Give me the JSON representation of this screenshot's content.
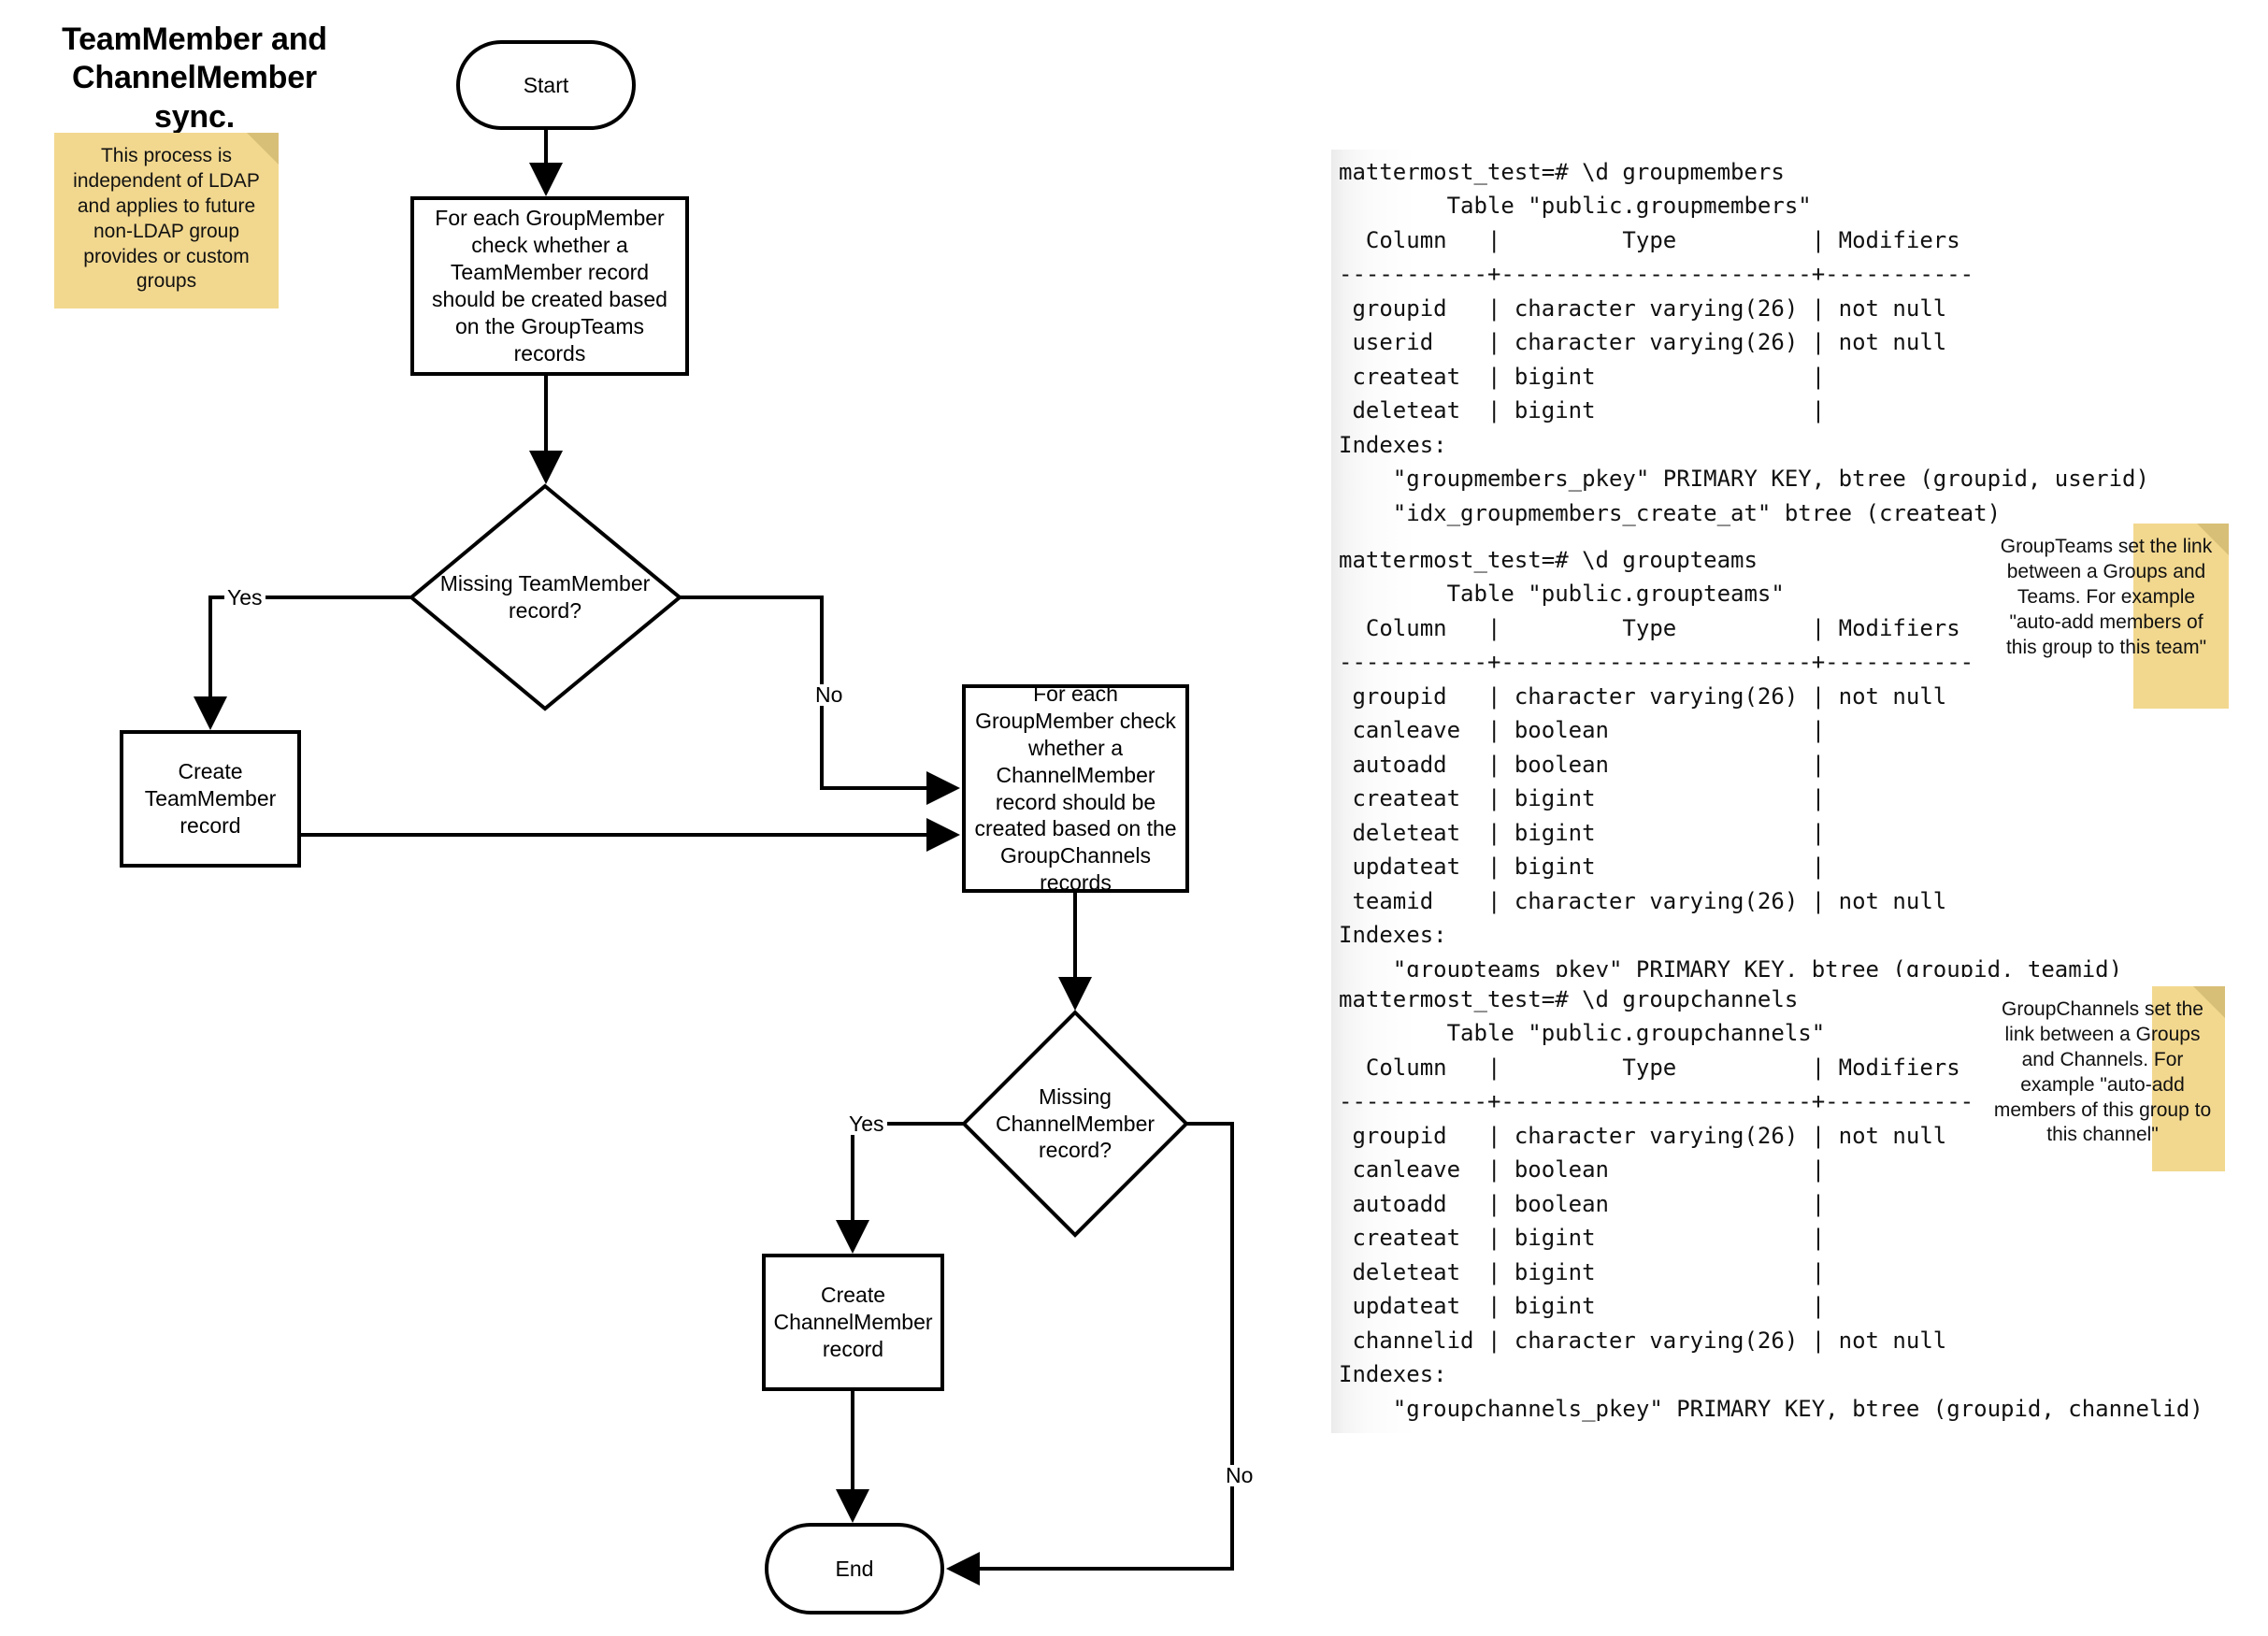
{
  "title": {
    "line1": "TeamMember and",
    "line2": "ChannelMember sync."
  },
  "notes": [
    {
      "id": "note-ldap",
      "text": "This process is independent of LDAP and applies to future non-LDAP group provides or custom groups"
    },
    {
      "id": "note-groupteams",
      "text": "GroupTeams set the link between a Groups and Teams. For example \"auto-add members of this group to this team\""
    },
    {
      "id": "note-groupchannels",
      "text": "GroupChannels set the link between a Groups and Channels. For example \"auto-add members of this group to this channel\""
    }
  ],
  "flowchart": {
    "type": "flowchart",
    "nodes": [
      {
        "id": "start",
        "shape": "terminator",
        "label": "Start"
      },
      {
        "id": "check-teammember",
        "shape": "process",
        "label": "For each GroupMember check whether a TeamMember record should be created based on the GroupTeams records"
      },
      {
        "id": "missing-teammember",
        "shape": "decision",
        "label": "Missing TeamMember record?"
      },
      {
        "id": "create-teammember",
        "shape": "process",
        "label": "Create TeamMember record"
      },
      {
        "id": "check-channelmember",
        "shape": "process",
        "label": "For each GroupMember check whether a ChannelMember record should be created based on the GroupChannels records"
      },
      {
        "id": "missing-channelmember",
        "shape": "decision",
        "label": "Missing ChannelMember record?"
      },
      {
        "id": "create-channelmember",
        "shape": "process",
        "label": "Create ChannelMember record"
      },
      {
        "id": "end",
        "shape": "terminator",
        "label": "End"
      }
    ],
    "edges": [
      {
        "from": "start",
        "to": "check-teammember",
        "label": ""
      },
      {
        "from": "check-teammember",
        "to": "missing-teammember",
        "label": ""
      },
      {
        "from": "missing-teammember",
        "to": "create-teammember",
        "label": "Yes"
      },
      {
        "from": "missing-teammember",
        "to": "check-channelmember",
        "label": "No"
      },
      {
        "from": "create-teammember",
        "to": "check-channelmember",
        "label": ""
      },
      {
        "from": "check-channelmember",
        "to": "missing-channelmember",
        "label": ""
      },
      {
        "from": "missing-channelmember",
        "to": "create-channelmember",
        "label": "Yes"
      },
      {
        "from": "missing-channelmember",
        "to": "end",
        "label": "No"
      },
      {
        "from": "create-channelmember",
        "to": "end",
        "label": ""
      }
    ],
    "edge_labels": {
      "yes1": "Yes",
      "no1": "No",
      "yes2": "Yes",
      "no2": "No"
    }
  },
  "terminals": [
    {
      "id": "groupmembers",
      "text": "mattermost_test=# \\d groupmembers\n        Table \"public.groupmembers\"\n  Column   |         Type          | Modifiers\n-----------+-----------------------+-----------\n groupid   | character varying(26) | not null\n userid    | character varying(26) | not null\n createat  | bigint                |\n deleteat  | bigint                |\nIndexes:\n    \"groupmembers_pkey\" PRIMARY KEY, btree (groupid, userid)\n    \"idx_groupmembers_create_at\" btree (createat)"
    },
    {
      "id": "groupteams",
      "text": "mattermost_test=# \\d groupteams\n        Table \"public.groupteams\"\n  Column   |         Type          | Modifiers\n-----------+-----------------------+-----------\n groupid   | character varying(26) | not null\n canleave  | boolean               |\n autoadd   | boolean               |\n createat  | bigint                |\n deleteat  | bigint                |\n updateat  | bigint                |\n teamid    | character varying(26) | not null\nIndexes:\n    \"groupteams_pkey\" PRIMARY KEY, btree (groupid, teamid)"
    },
    {
      "id": "groupchannels",
      "text": "mattermost_test=# \\d groupchannels\n        Table \"public.groupchannels\"\n  Column   |         Type          | Modifiers\n-----------+-----------------------+-----------\n groupid   | character varying(26) | not null\n canleave  | boolean               |\n autoadd   | boolean               |\n createat  | bigint                |\n deleteat  | bigint                |\n updateat  | bigint                |\n channelid | character varying(26) | not null\nIndexes:\n    \"groupchannels_pkey\" PRIMARY KEY, btree (groupid, channelid)"
    }
  ],
  "colors": {
    "note_fill": "#f2d88f",
    "note_fold": "#d8bf78",
    "stroke": "#000000",
    "background": "#ffffff"
  }
}
